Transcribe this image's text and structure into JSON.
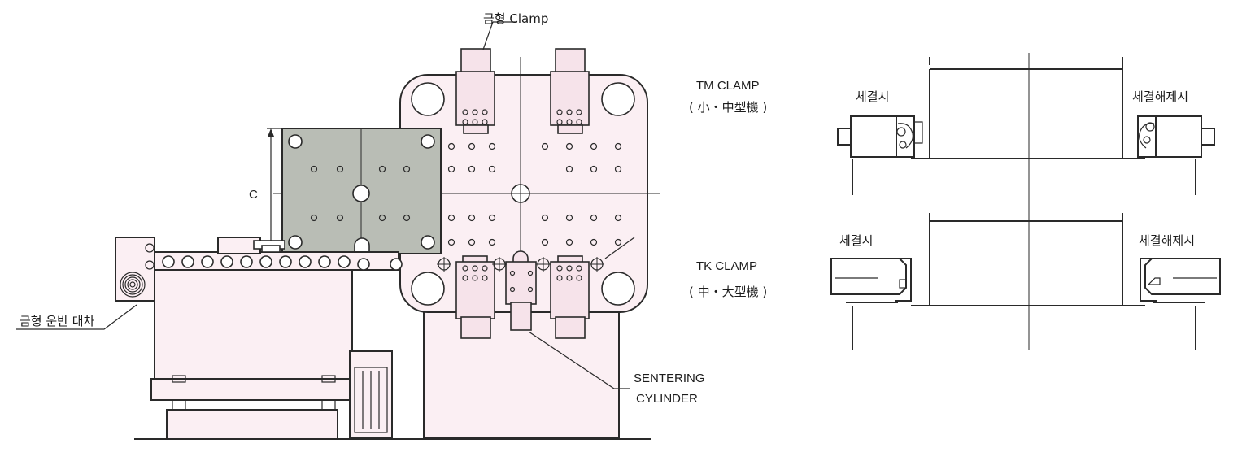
{
  "labels": {
    "clamp_top": "금형 Clamp",
    "cart": "금형 운반 대차",
    "dimension_c": "C",
    "centering_line1": "SENTERING",
    "centering_line2": "CYLINDER",
    "tm_clamp": "TM CLAMP",
    "tm_clamp_sub": "( 小・中型機 )",
    "tk_clamp": "TK CLAMP",
    "tk_clamp_sub": "( 中・大型機 )",
    "tm_clamped": "체결시",
    "tm_released": "체결해제시",
    "tk_clamped": "체결시",
    "tk_released": "체결해제시"
  },
  "colors": {
    "bolster_pink": "#fbeff3",
    "die_gray": "#b9bdb5",
    "line": "#2a2a2a"
  },
  "icons": {
    "coil": "cable-reel-icon",
    "rollers": "roller-conveyor-icon"
  }
}
